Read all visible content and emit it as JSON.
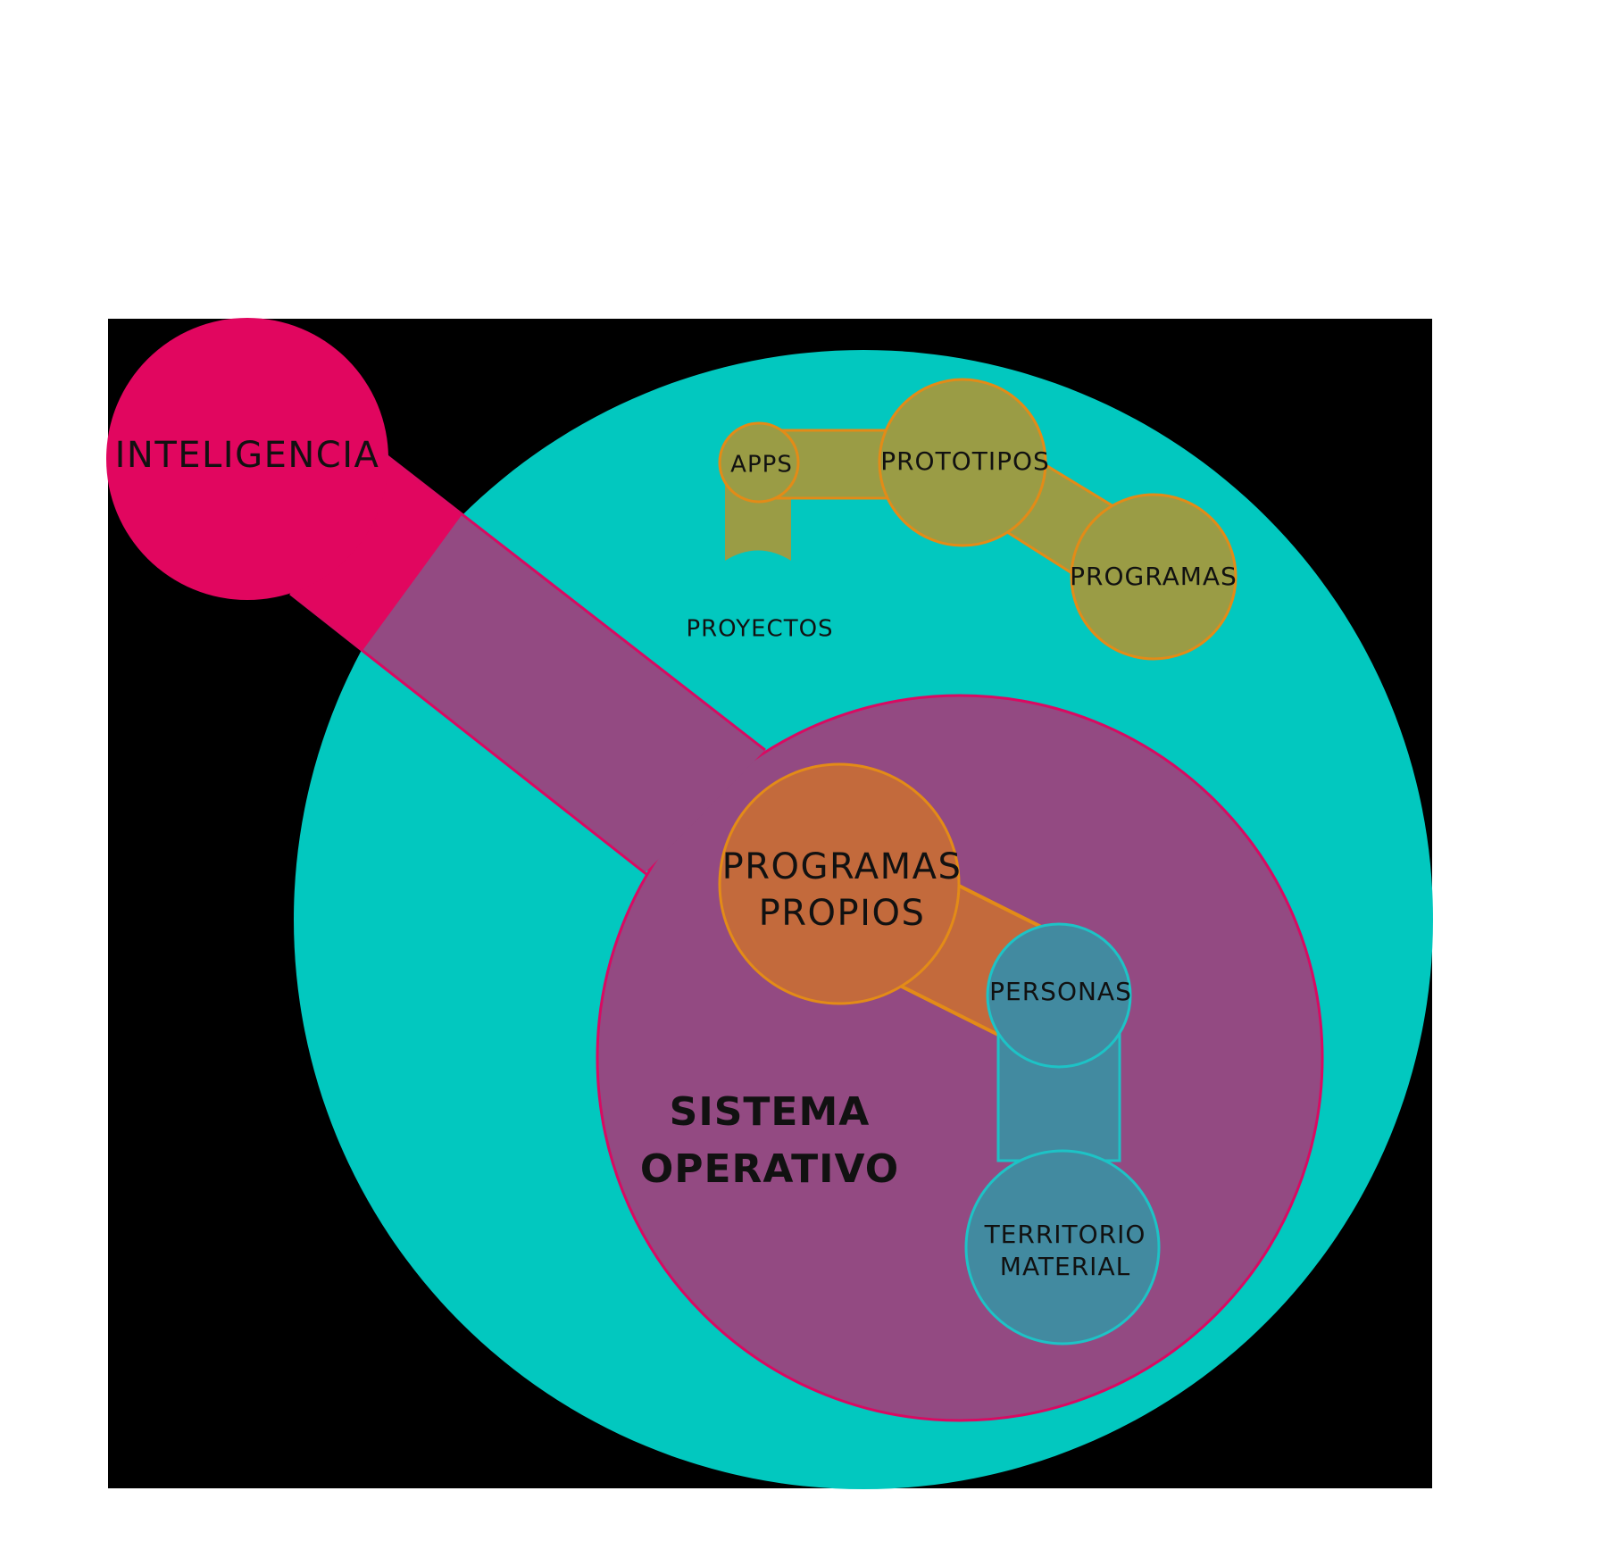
{
  "colors": {
    "background": "#000000",
    "outer_circle": "#02C8BF",
    "inteligencia": "#E1065F",
    "sistema_operativo": "#934A82",
    "olive_nodes": "#9A9C45",
    "orange_node": "#C36A3C",
    "orange_stroke": "#E38B17",
    "blue_nodes": "#428AA0",
    "blue_stroke": "#1DC3C6",
    "magenta_stroke": "#D90A62"
  },
  "labels": {
    "inteligencia": "INTELIGENCIA",
    "apps": "APPS",
    "prototipos": "PROTOTIPOS",
    "programas": "PROGRAMAS",
    "proyectos": "PROYECTOS",
    "programas_propios_line1": "PROGRAMAS",
    "programas_propios_line2": "PROPIOS",
    "personas": "PERSONAS",
    "sistema_operativo_line1": "SISTEMA",
    "sistema_operativo_line2": "OPERATIVO",
    "territorio_material_line1": "TERRITORIO",
    "territorio_material_line2": "MATERIAL"
  }
}
